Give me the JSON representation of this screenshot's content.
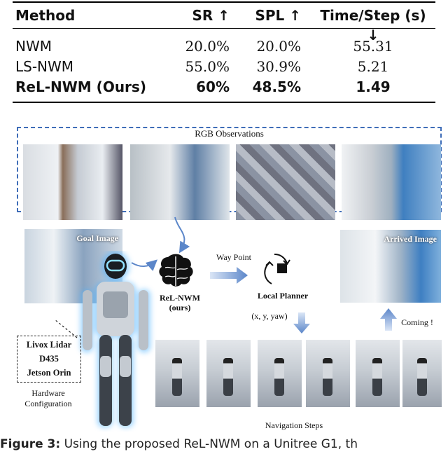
{
  "table": {
    "headers": [
      "Method",
      "SR ↑",
      "SPL ↑",
      "Time/Step (s) ↓"
    ],
    "rows": [
      {
        "method": "NWM",
        "sr": "20.0%",
        "spl": "20.0%",
        "time": "55.31"
      },
      {
        "method": "LS-NWM",
        "sr": "55.0%",
        "spl": "30.9%",
        "time": "5.21"
      },
      {
        "method": "ReL-NWM (Ours)",
        "sr": "60%",
        "spl": "48.5%",
        "time": "1.49"
      }
    ]
  },
  "figure": {
    "observations_title": "RGB Observations",
    "goal_label": "Goal Image",
    "arrived_label": "Arrived Image",
    "model_label_line1": "ReL-NWM",
    "model_label_line2": "(ours)",
    "waypoint_label": "Way Point",
    "planner_label": "Local Planner",
    "pose_label": "(x, y, yaw)",
    "coming_label": "Coming !",
    "hardware_items": [
      "Livox Lidar",
      "D435",
      "Jetson Orin"
    ],
    "hardware_caption_line1": "Hardware",
    "hardware_caption_line2": "Configuration",
    "nav_steps_label": "Navigation Steps"
  },
  "caption": {
    "prefix": "Figure 3:",
    "text": " Using the proposed ReL-NWM on a Unitree G1, th"
  },
  "colors": {
    "dash_border": "#3f6db8",
    "arrow_blue": "#5b86c9",
    "robot_glow": "#4fb3ff"
  }
}
